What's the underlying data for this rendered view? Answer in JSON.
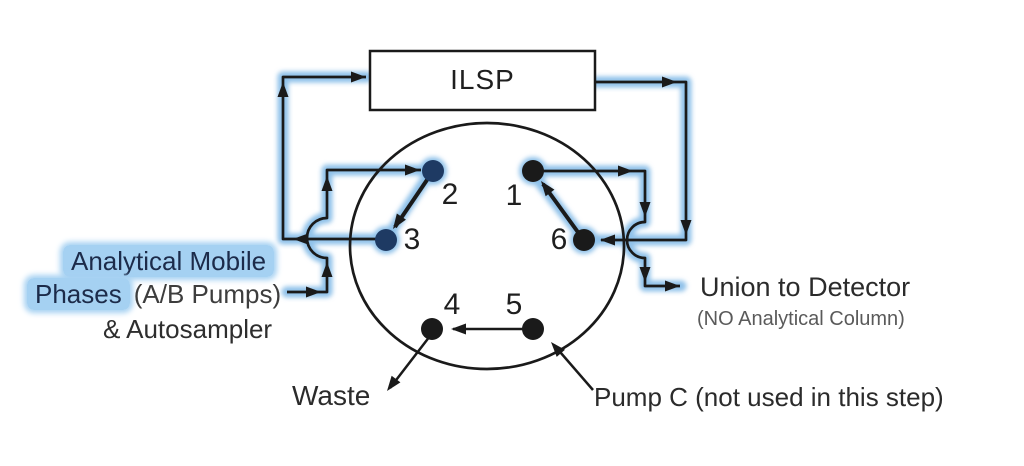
{
  "diagram": {
    "ilsp_box_label": "ILSP",
    "ports": {
      "p1": "1",
      "p2": "2",
      "p3": "3",
      "p4": "4",
      "p5": "5",
      "p6": "6"
    },
    "labels": {
      "analytical_line1": "Analytical Mobile",
      "analytical_line2_highlight": "Phases",
      "analytical_line2_rest": "(A/B Pumps)",
      "analytical_line3": "& Autosampler",
      "union_to_detector": "Union to Detector",
      "no_analytical_column": "(NO Analytical Column)",
      "waste": "Waste",
      "pump_c": "Pump C (not used in this step)"
    },
    "colors": {
      "flow_glow": "#8fc1e9",
      "text_highlight": "#a5d1f2",
      "highlight_text": "#1c2b4a",
      "line": "#1a1a1a",
      "secondary_text": "#5a5a5a",
      "port_flow_fill": "#1e3a63"
    }
  }
}
